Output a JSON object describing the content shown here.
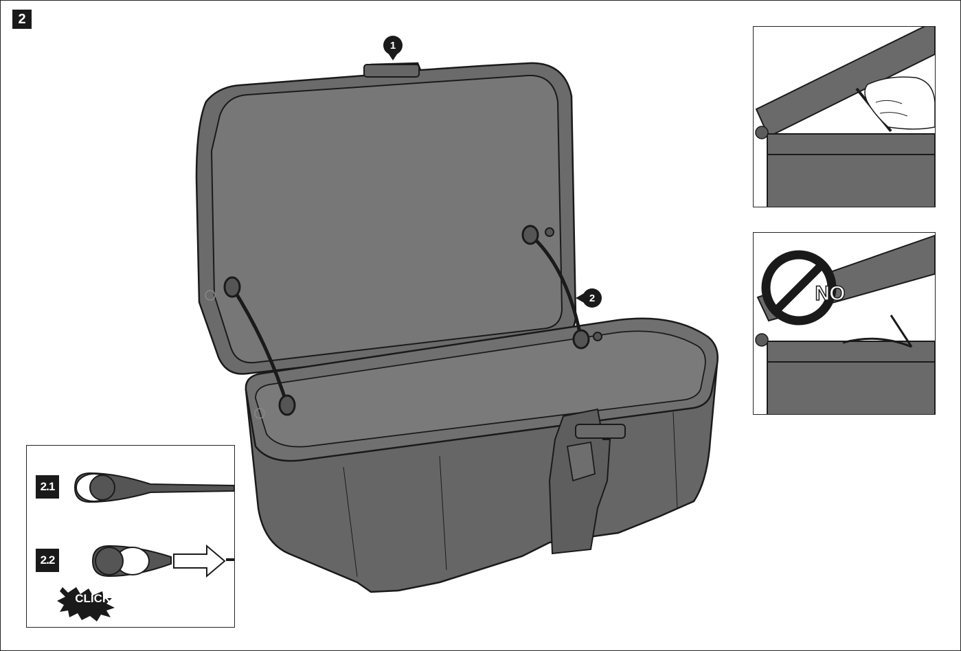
{
  "step": "2",
  "callouts": [
    "1",
    "2"
  ],
  "detail": {
    "items": [
      {
        "label": "2.1"
      },
      {
        "label": "2.2",
        "sound": "CLICK!"
      }
    ]
  },
  "warning": {
    "label": "NO"
  },
  "colors": {
    "body": "#6b6b6b",
    "body_inner": "#777777",
    "outline": "#1a1a1a",
    "background": "#ffffff"
  }
}
